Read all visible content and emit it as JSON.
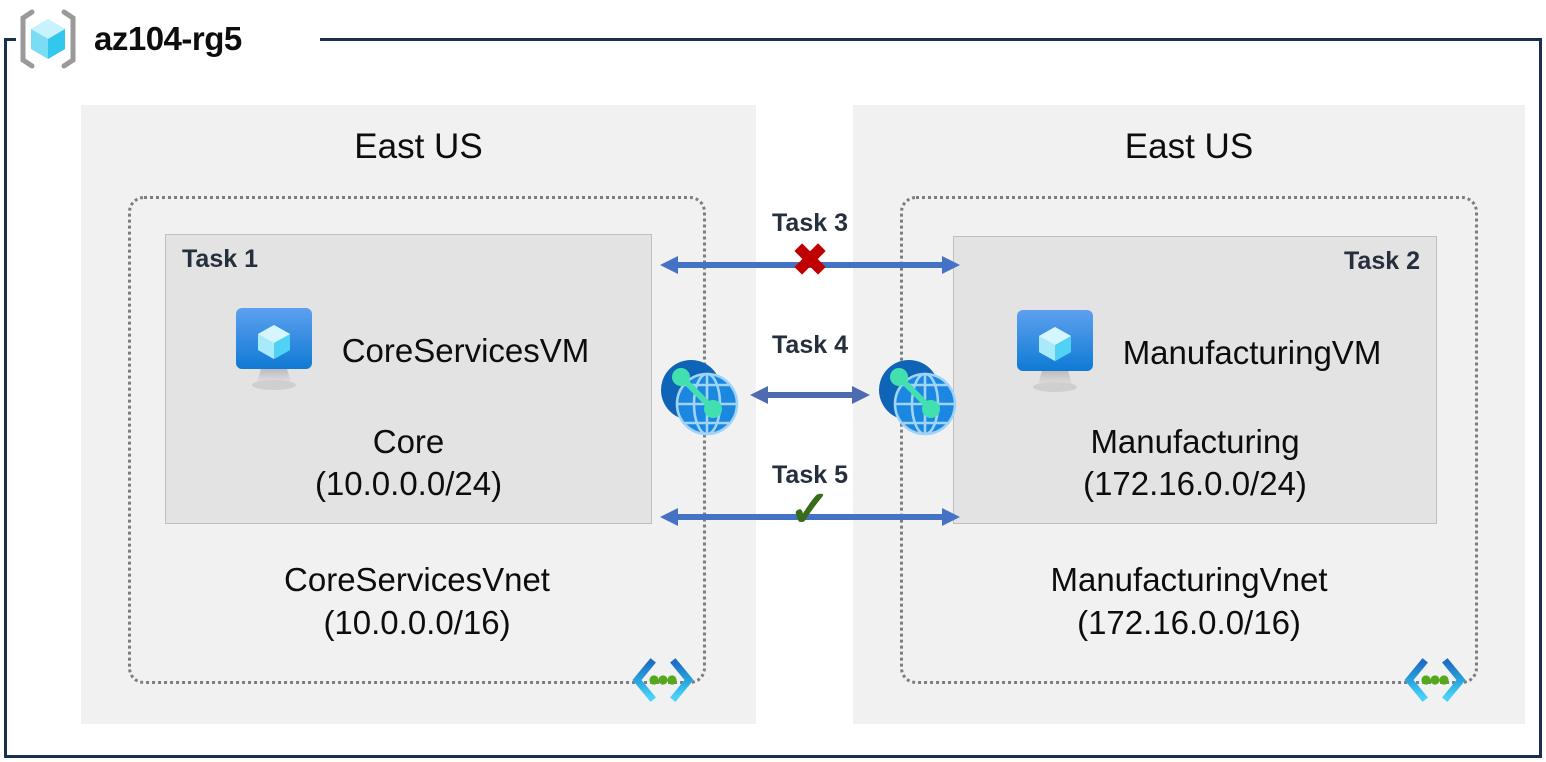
{
  "resource_group": {
    "name": "az104-rg5",
    "icon": "resource-group-cube-icon"
  },
  "regions": [
    {
      "id": "left",
      "label": "East US",
      "vnet": {
        "name": "CoreServicesVnet",
        "cidr": "(10.0.0.0/16)",
        "badge_icon": "virtual-network-icon"
      },
      "subnet": {
        "task_tag": "Task 1",
        "task_tag_align": "left",
        "vm": {
          "name": "CoreServicesVM",
          "icon": "virtual-machine-icon"
        },
        "name": "Core",
        "cidr": "(10.0.0.0/24)"
      }
    },
    {
      "id": "right",
      "label": "East US",
      "vnet": {
        "name": "ManufacturingVnet",
        "cidr": "(172.16.0.0/16)",
        "badge_icon": "virtual-network-icon"
      },
      "subnet": {
        "task_tag": "Task 2",
        "task_tag_align": "right",
        "vm": {
          "name": "ManufacturingVM",
          "icon": "virtual-machine-icon"
        },
        "name": "Manufacturing",
        "cidr": "(172.16.0.0/24)"
      }
    }
  ],
  "connectors": [
    {
      "id": "task3",
      "label": "Task 3",
      "mark": "✖",
      "mark_kind": "cross",
      "mark_color": "#c00000",
      "arrow_style": "double-headed"
    },
    {
      "id": "task4",
      "label": "Task 4",
      "mark": "",
      "mark_kind": "none",
      "arrow_style": "double-headed",
      "left_icon": "vnet-peering-icon",
      "right_icon": "vnet-peering-icon"
    },
    {
      "id": "task5",
      "label": "Task 5",
      "mark": "✓",
      "mark_kind": "check",
      "mark_color": "#3a6b18",
      "arrow_style": "double-headed"
    }
  ],
  "colors": {
    "frame_border": "#17304d",
    "region_background": "#f1f1f1",
    "subnet_background": "#e3e3e3",
    "vnet_border": "#7d7d7d",
    "arrow_blue": "#4472c4",
    "cross_red": "#c00000",
    "check_green": "#3a6b18",
    "azure_blue": "#0078d4",
    "cube_cyan": "#50e6ff"
  }
}
